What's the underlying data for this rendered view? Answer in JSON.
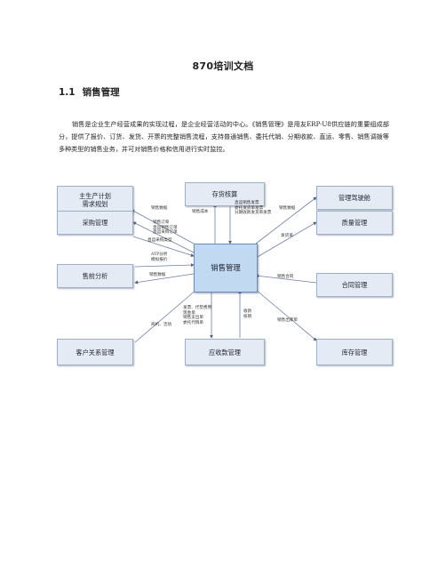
{
  "doc": {
    "title": "870培训文档",
    "section_number": "1.1",
    "section_title": "销售管理",
    "paragraph": "销售是企业生产经营成果的实现过程，是企业经营活动的中心。《销售管理》是用友ERP-U8供应链的重要组成部分，提供了报价、订货、发货、开票的完整销售流程，支持普通销售、委托代销、分期收款、直运、零售、销售调拨等多种类型的销售业务，并可对销售价格和信用进行实时监控。"
  },
  "diagram": {
    "center": "销售管理",
    "boxes": {
      "mps": [
        "主生产计划",
        "需求规划"
      ],
      "inventory_cost": "存货核算",
      "management_report": "管理驾驶舱",
      "purchase": "采购管理",
      "quality": "质量管理",
      "presales": "售前分析",
      "contract": "合同管理",
      "crm": "客户关系管理",
      "receivables": "应收款管理",
      "stock": "库存管理"
    },
    "labels": {
      "sales_data_mps": "销售数据",
      "sales_cost": "销售成本",
      "inv_cost_lines": [
        "直运销售发票",
        "委托发货单发票",
        "分期收款发货单发票"
      ],
      "sales_data_report": "销售数据",
      "purchase_lines": [
        "销售订单",
        "直运销售订单",
        "直运采购订单"
      ],
      "direct_purchase_type": "直运采购类型",
      "delivery_note": "发货单",
      "atp_lines": [
        "ATP分析",
        "模拟报价"
      ],
      "sales_data_presales": "销售数据",
      "contract_lines": "销售合同",
      "crm_lines": [
        "商机、活动"
      ],
      "recv_lines": [
        "发票、代垫费用",
        "现金单",
        "销售支出单",
        "委托代销单"
      ],
      "recv_lines2": [
        "收款",
        "核销"
      ],
      "stock_lines": "销售出库单"
    }
  }
}
